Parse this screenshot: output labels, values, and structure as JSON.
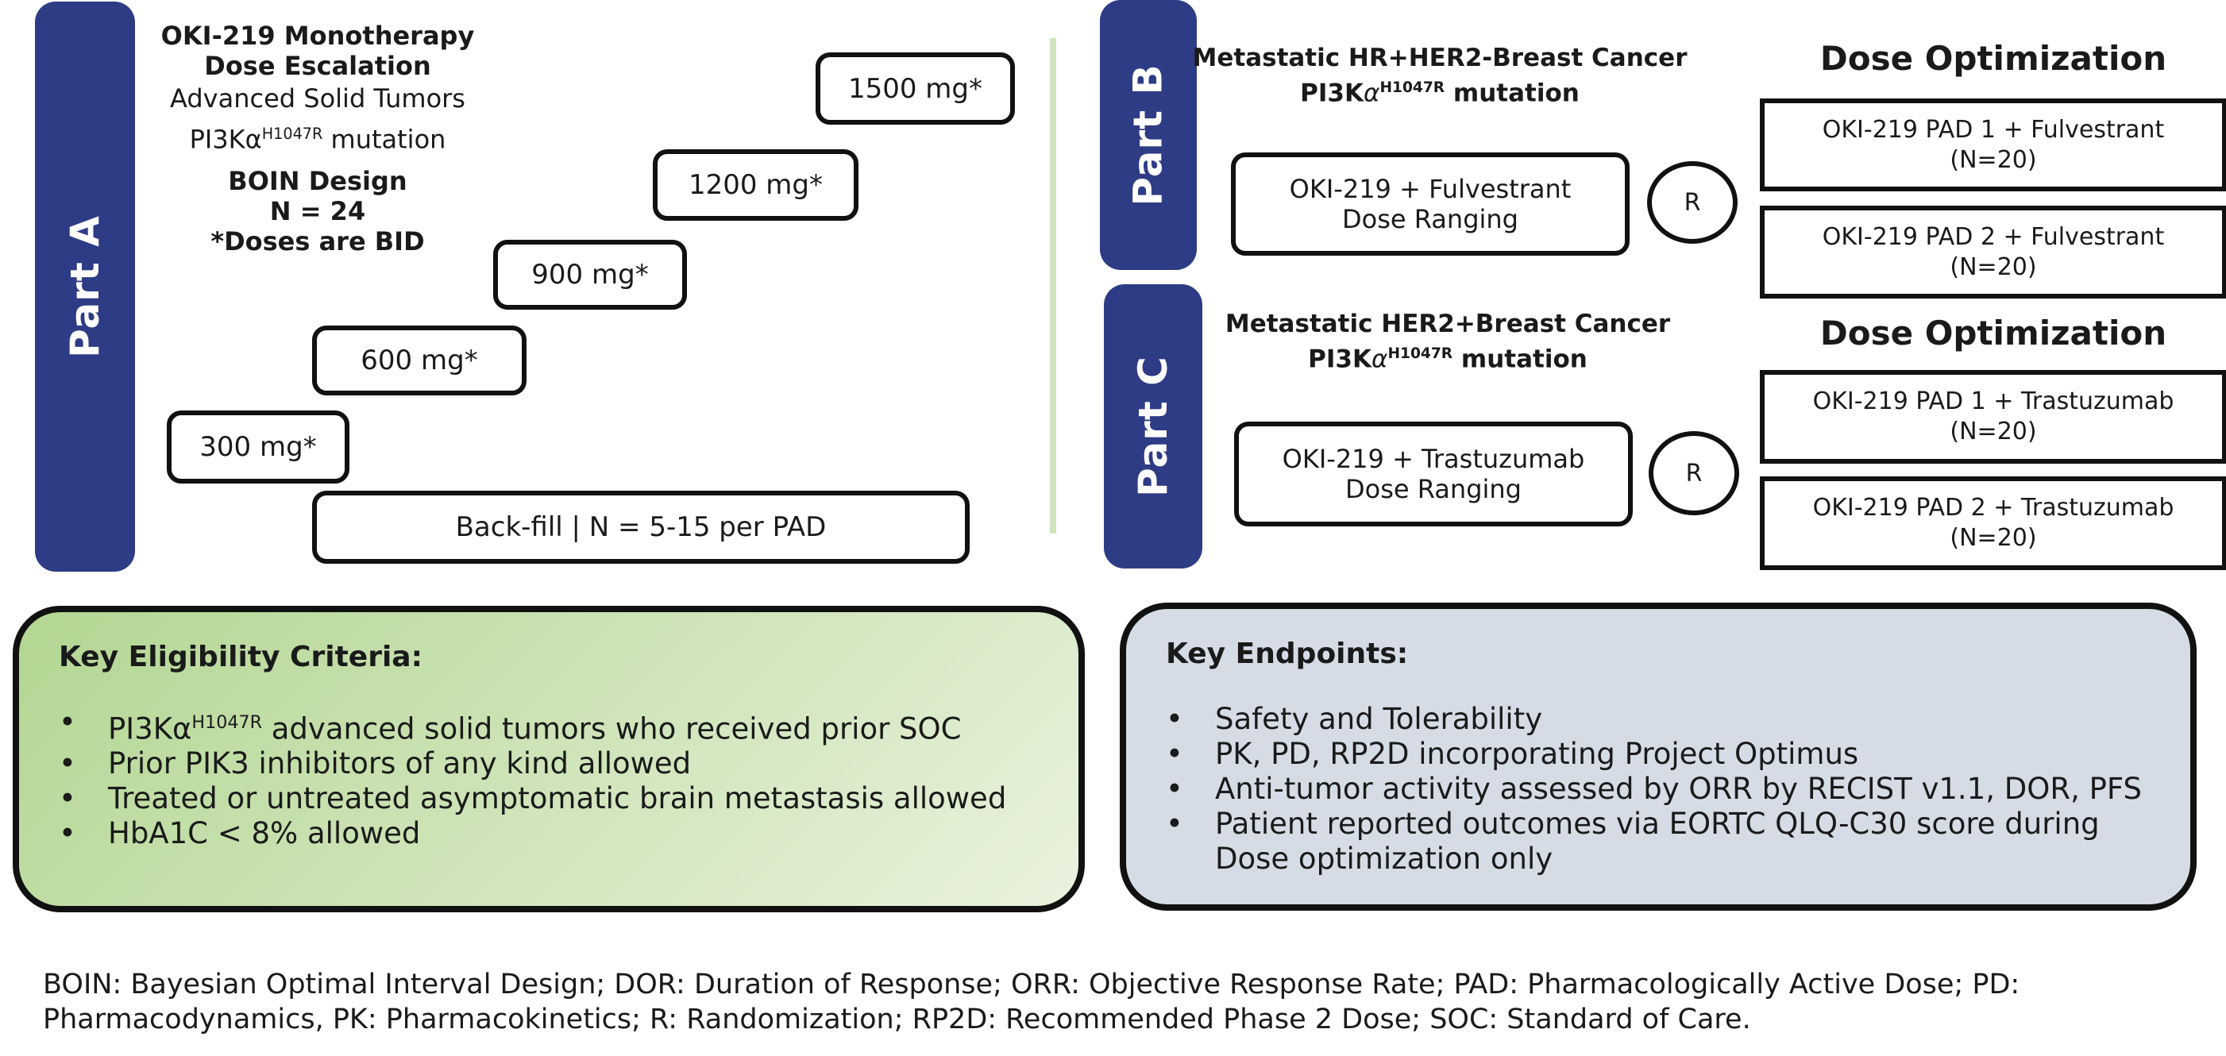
{
  "part_a": {
    "label": "Part A",
    "title_line1": "OKI-219 Monotherapy",
    "title_line2": "Dose Escalation",
    "subtitle_line1": "Advanced Solid Tumors",
    "mutation_prefix": "PI3Kα",
    "mutation_sup": "H1047R",
    "mutation_suffix": " mutation",
    "design_line1": "BOIN Design",
    "design_line2": "N = 24",
    "design_line3": "*Doses are BID",
    "doses": [
      "300 mg*",
      "600 mg*",
      "900 mg*",
      "1200 mg*",
      "1500 mg*"
    ],
    "backfill": "Back-fill | N = 5-15 per PAD"
  },
  "part_b": {
    "label": "Part B",
    "title_line1": "Metastatic HR+HER2-Breast Cancer",
    "mutation_prefix": "PI3K",
    "mutation_alpha": "α",
    "mutation_sup": "H1047R",
    "mutation_suffix": " mutation",
    "ranging_line1": "OKI-219 + Fulvestrant",
    "ranging_line2": "Dose Ranging",
    "randomization": "R",
    "opt_title": "Dose Optimization",
    "arm1_line1": "OKI-219 PAD 1 + Fulvestrant",
    "arm1_line2": "(N=20)",
    "arm2_line1": "OKI-219 PAD 2 + Fulvestrant",
    "arm2_line2": "(N=20)"
  },
  "part_c": {
    "label": "Part C",
    "title_line1": "Metastatic HER2+Breast Cancer",
    "mutation_prefix": "PI3K",
    "mutation_alpha": "α",
    "mutation_sup": "H1047R",
    "mutation_suffix": " mutation",
    "ranging_line1": "OKI-219 + Trastuzumab",
    "ranging_line2": "Dose Ranging",
    "randomization": "R",
    "opt_title": "Dose Optimization",
    "arm1_line1": "OKI-219 PAD 1 + Trastuzumab",
    "arm1_line2": "(N=20)",
    "arm2_line1": "OKI-219 PAD 2 + Trastuzumab",
    "arm2_line2": "(N=20)"
  },
  "eligibility": {
    "title": "Key Eligibility Criteria:",
    "bullet": "•",
    "item1_prefix": "PI3Kα",
    "item1_sup": "H1047R",
    "item1_suffix": " advanced solid tumors who received prior SOC",
    "item2": "Prior PIK3 inhibitors of any kind allowed",
    "item3": "Treated or untreated asymptomatic brain metastasis allowed",
    "item4": "HbA1C < 8% allowed"
  },
  "endpoints": {
    "title": "Key Endpoints:",
    "bullet": "•",
    "items": [
      "Safety and Tolerability",
      "PK, PD, RP2D incorporating Project Optimus",
      "Anti-tumor activity assessed by ORR by RECIST v1.1, DOR, PFS",
      "Patient reported outcomes via EORTC QLQ-C30 score during Dose optimization only"
    ]
  },
  "footnote": "BOIN: Bayesian Optimal Interval Design; DOR: Duration of Response; ORR: Objective Response Rate; PAD: Pharmacologically Active Dose; PD: Pharmacodynamics, PK: Pharmacokinetics; R: Randomization; RP2D: Recommended Phase 2 Dose; SOC: Standard of Care.",
  "colors": {
    "part_bar": "#2e3b85",
    "eligibility_bg_from": "#b3d692",
    "eligibility_bg_to": "#e9f2de",
    "endpoints_bg": "#d6dce6",
    "divider": "#d3e4bd"
  }
}
